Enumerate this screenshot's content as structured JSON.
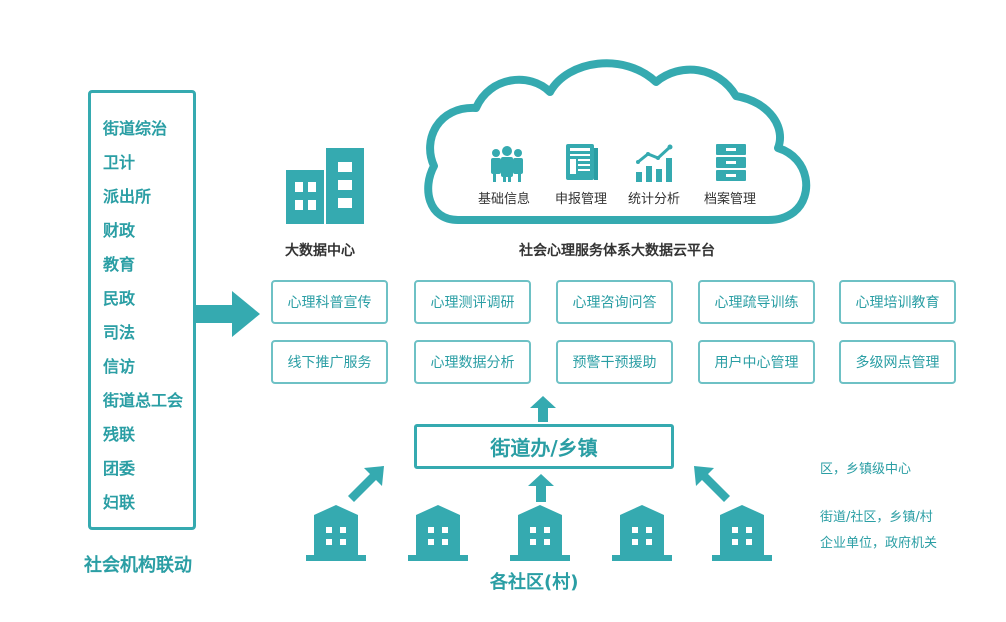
{
  "agencies": {
    "items": [
      "街道综治",
      "卫计",
      "派出所",
      "财政",
      "教育",
      "民政",
      "司法",
      "信访",
      "街道总工会",
      "残联",
      "团委",
      "妇联"
    ],
    "caption": "社会机构联动"
  },
  "data_center": {
    "label": "大数据中心"
  },
  "cloud": {
    "items": [
      {
        "label": "基础信息",
        "icon": "people-icon"
      },
      {
        "label": "申报管理",
        "icon": "report-icon"
      },
      {
        "label": "统计分析",
        "icon": "bar-chart-icon"
      },
      {
        "label": "档案管理",
        "icon": "cabinet-icon"
      }
    ],
    "caption": "社会心理服务体系大数据云平台"
  },
  "services": {
    "row1": [
      "心理科普宣传",
      "心理测评调研",
      "心理咨询问答",
      "心理疏导训练",
      "心理培训教育"
    ],
    "row2": [
      "线下推广服务",
      "心理数据分析",
      "预警干预援助",
      "用户中心管理",
      "多级网点管理"
    ]
  },
  "street_office": {
    "label": "街道办/乡镇"
  },
  "community": {
    "label": "各社区(村)"
  },
  "notes": {
    "line1": "区，乡镇级中心",
    "line2": "街道/社区，乡镇/村",
    "line3": "企业单位，政府机关"
  },
  "colors": {
    "primary": "#2aa3a8",
    "border_light": "#6ec1c5",
    "text_dark": "#333333"
  }
}
